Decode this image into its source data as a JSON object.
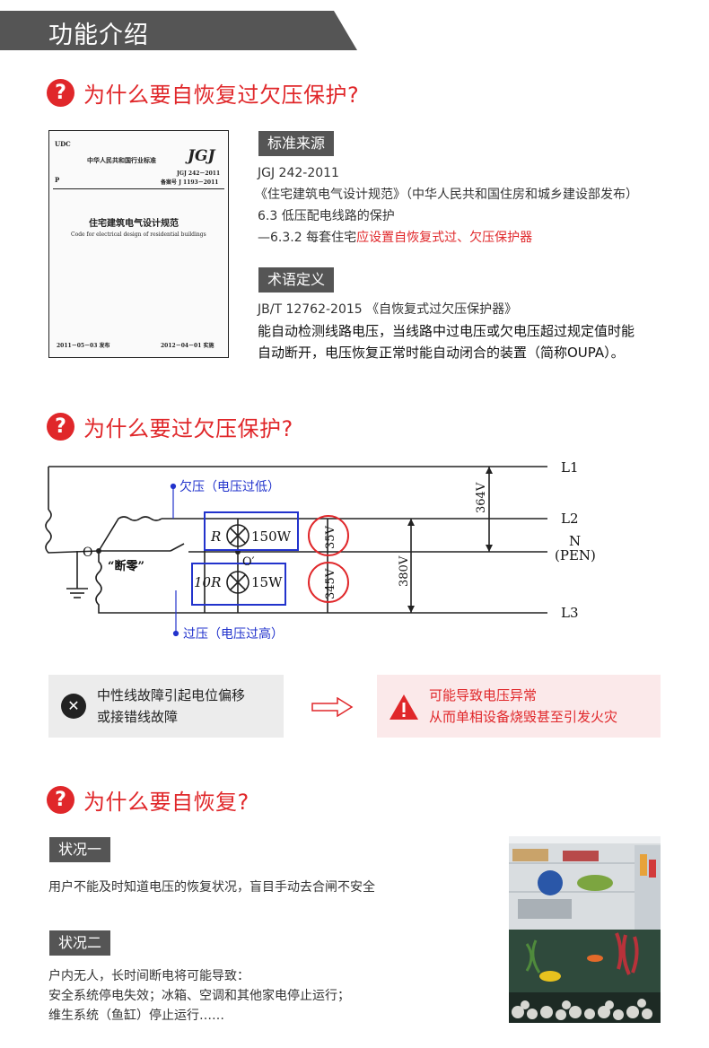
{
  "header": {
    "title": "功能介绍"
  },
  "sections": {
    "q1": "为什么要自恢复过欠压保护?",
    "q2": "为什么要过欠压保护?",
    "q3": "为什么要自恢复?"
  },
  "book": {
    "udc": "UDC",
    "org": "中华人民共和国行业标准",
    "logo": "JGJ",
    "code1": "JGJ 242－2011",
    "code2": "备案号 J 1193－2011",
    "p": "P",
    "title_cn": "住宅建筑电气设计规范",
    "title_en": "Code for electrical design of residential buildings",
    "issue": "2011－05－03  发布",
    "impl": "2012－04－01  实施"
  },
  "standard": {
    "tag": "标准来源",
    "line1": "JGJ 242-2011",
    "line2": "《住宅建筑电气设计规范》（中华人民共和国住房和城乡建设部发布）",
    "line3": "6.3 低压配电线路的保护",
    "line4_prefix": "—6.3.2 每套住宅",
    "line4_red": "应设置自恢复式过、欠压保护器"
  },
  "term": {
    "tag": "术语定义",
    "line1": "JB/T 12762-2015 《自恢复式过欠压保护器》",
    "line2": "能自动检测线路电压，当线路中过电压或欠电压超过规定值时能",
    "line3": "自动断开，电压恢复正常时能自动闭合的装置（简称OUPA）。"
  },
  "diagram": {
    "under_label": "欠压（电压过低）",
    "over_label": "过压（电压过高）",
    "L1": "L1",
    "L2": "L2",
    "N": "N",
    "PEN": "(PEN)",
    "L3": "L3",
    "v364": "364V",
    "v380": "380V",
    "v35": "35V",
    "v345": "345V",
    "R": "R",
    "w150": "150W",
    "r10": "10R",
    "w15": "15W",
    "O": "O",
    "O2": "O′",
    "break": "“断零”"
  },
  "compare": {
    "cause_line1": "中性线故障引起电位偏移",
    "cause_line2": "或接错线故障",
    "effect_line1": "可能导致电压异常",
    "effect_line2": "从而单相设备烧毁甚至引发火灾"
  },
  "case1": {
    "tag": "状况一",
    "text": "用户不能及时知道电压的恢复状况，盲目手动去合闸不安全"
  },
  "case2": {
    "tag": "状况二",
    "line1": "户内无人，长时间断电将可能导致：",
    "line2": "安全系统停电失效；冰箱、空调和其他家电停止运行；",
    "line3": "维生系统（鱼缸）停止运行……"
  }
}
